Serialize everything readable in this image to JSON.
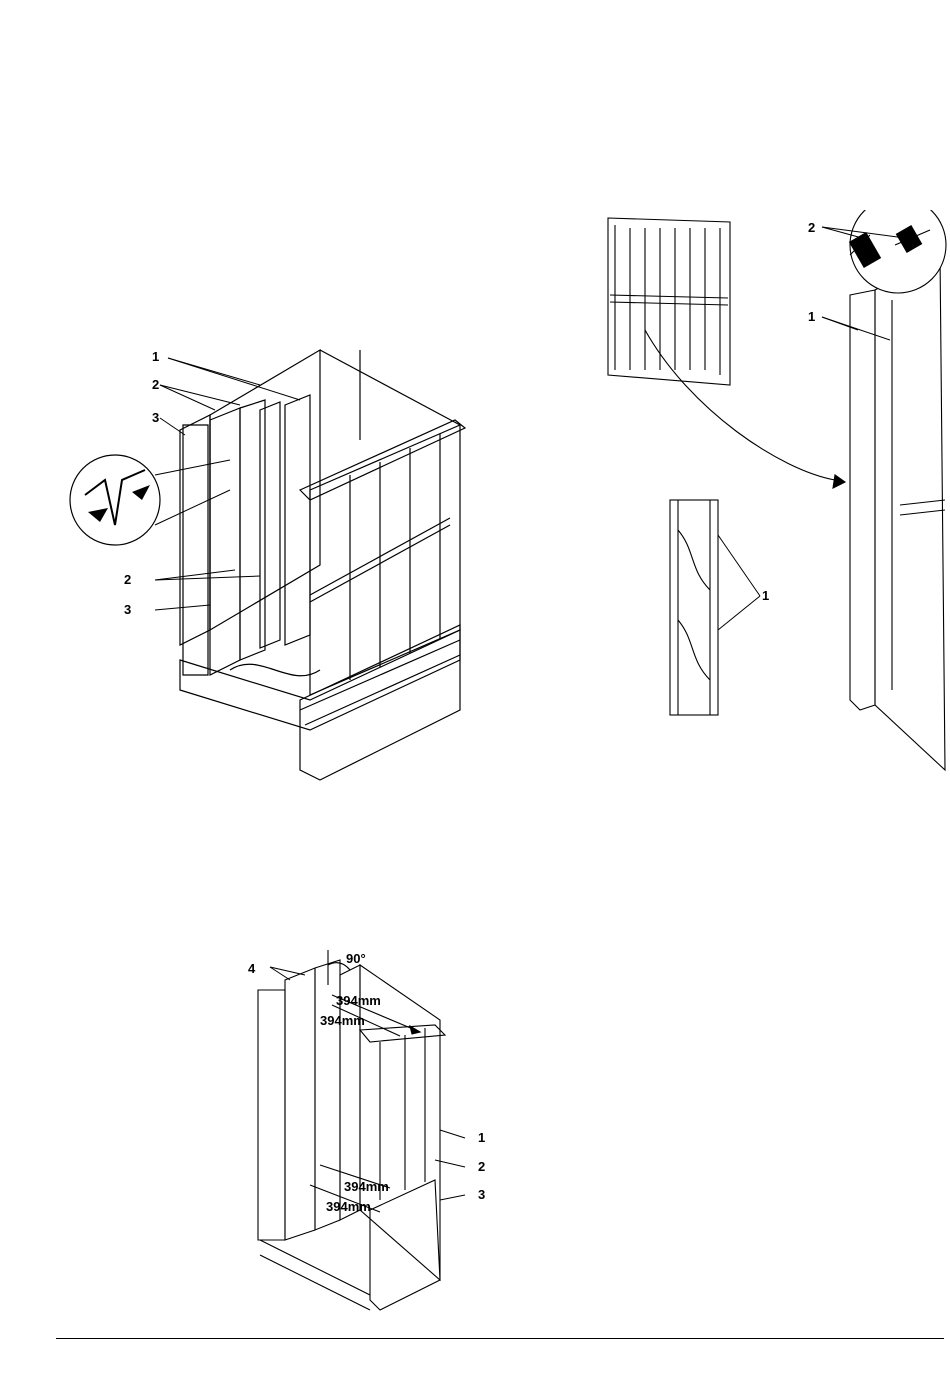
{
  "figure1": {
    "callouts": [
      "1",
      "2",
      "3",
      "2",
      "3"
    ]
  },
  "figure2": {
    "callouts": [
      "2",
      "1",
      "1"
    ]
  },
  "figure3": {
    "angle_label": "90°",
    "callout_4": "4",
    "dimensions": [
      "394mm",
      "394mm",
      "394mm",
      "394mm"
    ],
    "callouts": [
      "1",
      "2",
      "3"
    ]
  }
}
